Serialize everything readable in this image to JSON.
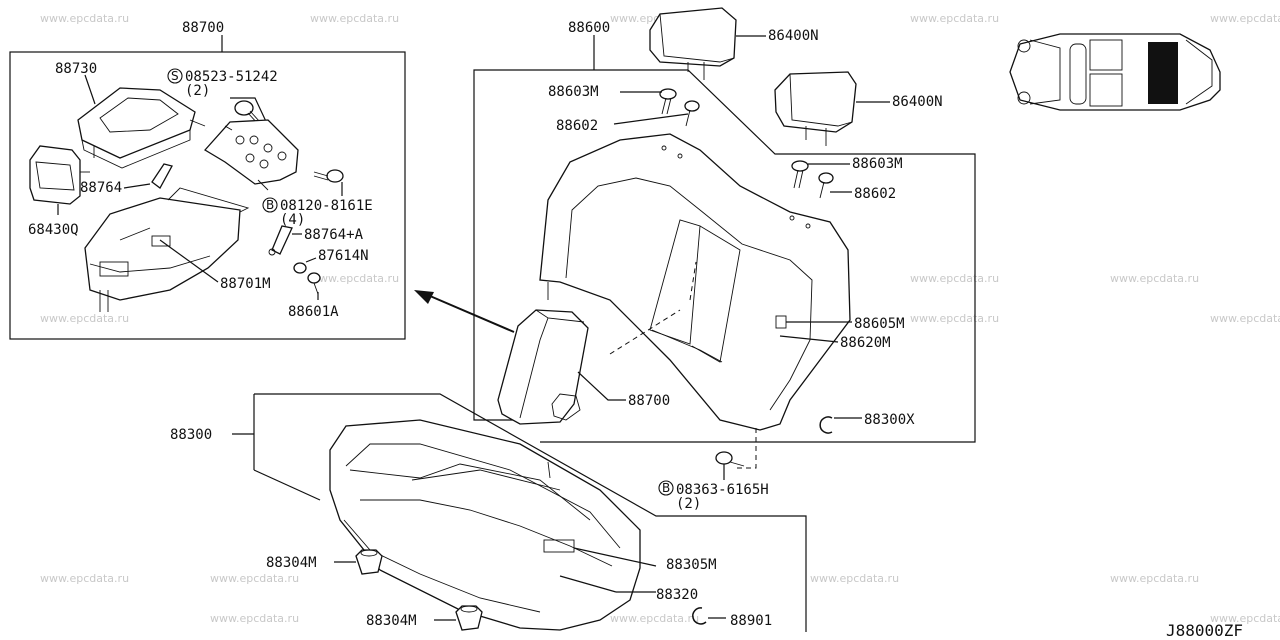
{
  "watermark": "www.epcdata.ru",
  "diagram_code": "J88000ZF",
  "labels": {
    "l88700_top": "88700",
    "l88730": "88730",
    "l08523": "08523-51242",
    "l08523_qty": "(2)",
    "l88764": "88764",
    "l68430q": "68430Q",
    "l08120": "08120-8161E",
    "l08120_qty": "(4)",
    "l88764a": "88764+A",
    "l87614n": "87614N",
    "l88701m": "88701M",
    "l88601a": "88601A",
    "l88600": "88600",
    "l86400n_a": "86400N",
    "l86400n_b": "86400N",
    "l88603m_a": "88603M",
    "l88602_a": "88602",
    "l88603m_b": "88603M",
    "l88602_b": "88602",
    "l88605m": "88605M",
    "l88620m": "88620M",
    "l88700_mid": "88700",
    "l88300x": "88300X",
    "l88300": "88300",
    "l08363": "08363-6165H",
    "l08363_qty": "(2)",
    "l88304m_a": "88304M",
    "l88305m": "88305M",
    "l88320": "88320",
    "l88304m_b": "88304M",
    "l88901": "88901"
  },
  "prefixes": {
    "s_symbol": "S",
    "b_symbol_a": "B",
    "b_symbol_b": "B"
  },
  "colors": {
    "line": "#111111",
    "watermark": "#c8c8c8",
    "highlight": "#111111"
  }
}
